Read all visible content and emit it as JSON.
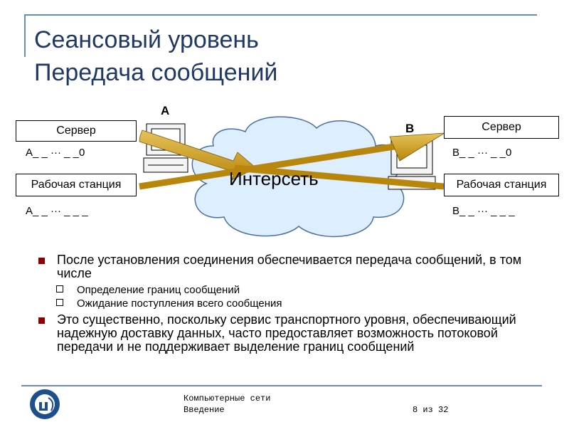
{
  "slide": {
    "title_line1": "Сеансовый уровень",
    "title_line2": "Передача сообщений"
  },
  "diagram": {
    "left": {
      "server_label": "Сервер",
      "server_addr": "A_ _ ··· _ _0",
      "workstation_label": "Рабочая станция",
      "workstation_addr": "A_ _ ··· _ _ _",
      "node_letter": "A"
    },
    "right": {
      "server_label": "Сервер",
      "server_addr": "B_ _ ··· _ _0",
      "workstation_label": "Рабочая станция",
      "workstation_addr": "B_ _ ··· _ _ _",
      "node_letter": "B"
    },
    "network_label": "Интерсеть"
  },
  "bullets": [
    {
      "text": "После установления соединения обеспечивается передача сообщений, в том числе",
      "sub": [
        "Определение границ сообщений",
        "Ожидание поступления всего сообщения"
      ]
    },
    {
      "text": "Это существенно, поскольку сервис транспортного уровня, обеспечивающий надежную доставку данных, часто предоставляет возможность потоковой передачи и не поддерживает выделение границ сообщений",
      "sub": []
    }
  ],
  "footer": {
    "course": "Компьютерные сети",
    "section": "Введение",
    "page": "8 из 32"
  },
  "colors": {
    "title": "#1f3864",
    "bullet": "#8b0000",
    "arrow": "#c89a1e",
    "cloud": "#ddeeff",
    "rule": "#6a8fb0"
  },
  "icons": {
    "logo": "unn-logo-icon",
    "computer": "computer-icon"
  }
}
